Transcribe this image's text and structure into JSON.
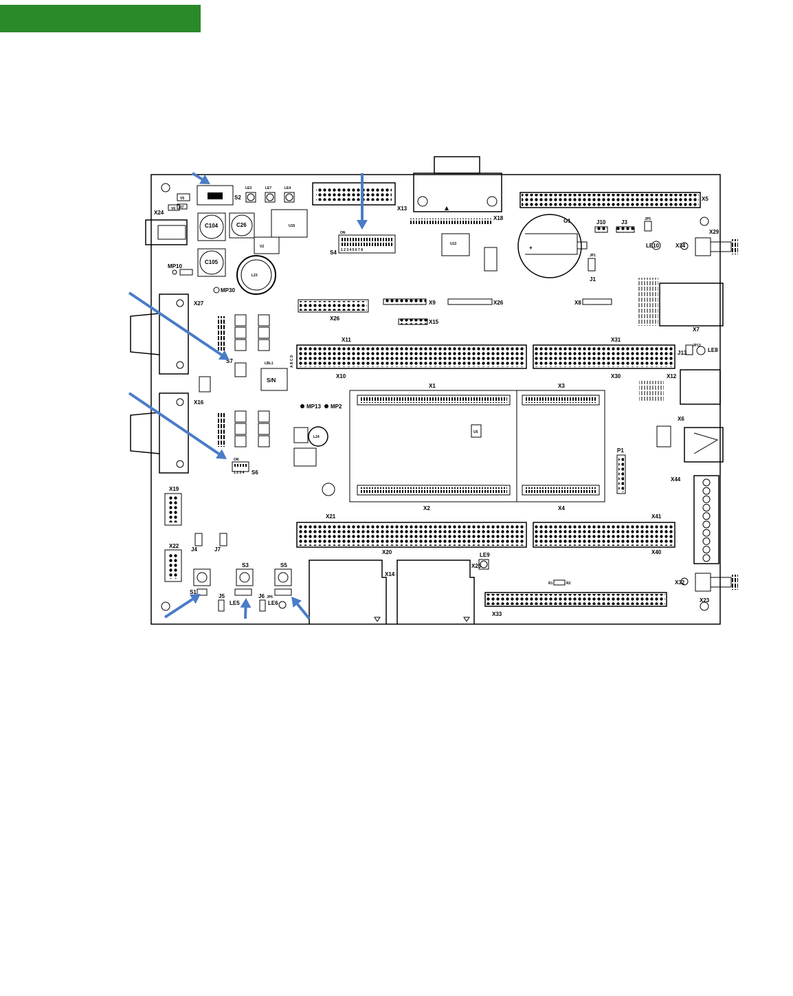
{
  "colors": {
    "header_bar": "#2a8a2a",
    "arrow": "#4a7cc7",
    "outline": "#000000",
    "fill": "#ffffff"
  },
  "board": {
    "labels": {
      "s2": "S2",
      "le3": "LE3",
      "le7": "LE7",
      "le4": "LE4",
      "v5": "V5",
      "v6": "V6",
      "r7": "R7",
      "x24": "X24",
      "c104": "C104",
      "c26": "C26",
      "u15": "U15",
      "v2": "V2",
      "c105": "C105",
      "mp10": "MP10",
      "l23": "L23",
      "mp30": "MP30",
      "x13": "X13",
      "s4": "S4",
      "on": "ON",
      "dip8": "1 2 3 4 5 6 7 8",
      "x18": "X18",
      "g1": "G1",
      "j10": "J10",
      "j3": "J3",
      "jp5": "JP5",
      "x5": "X5",
      "x29": "X29",
      "x34": "X34",
      "le10": "LE10",
      "jp1": "JP1",
      "j1": "J1",
      "u13": "U13",
      "x27": "X27",
      "x26": "X26",
      "x9": "X9",
      "x26b": "X26",
      "x8": "X8",
      "x15": "X15",
      "x7": "X7",
      "x11": "X11",
      "x10": "X10",
      "x31": "X31",
      "x30": "X30",
      "j13": "J13",
      "jp13": "JP13",
      "le8": "LE8",
      "s7": "S7",
      "lbl1": "LBL1",
      "sn": "S/N",
      "x12": "X12",
      "x16": "X16",
      "x1": "X1",
      "x3": "X3",
      "x2": "X2",
      "x4": "X4",
      "mp13": "MP13",
      "mp2": "MP2",
      "l24": "L24",
      "u5": "U5",
      "s6": "S6",
      "dip4": "1 2 3 4",
      "p1": "P1",
      "x6": "X6",
      "x44": "X44",
      "x19": "X19",
      "x21": "X21",
      "x20": "X20",
      "x41": "X41",
      "x40": "X40",
      "x22": "X22",
      "j4": "J4",
      "j7": "J7",
      "s1": "S1",
      "s3": "S3",
      "s5": "S5",
      "j5": "J5",
      "le5": "LE5",
      "j6": "J6",
      "le6": "LE6",
      "jp6": "JP6",
      "x14": "X14",
      "x25": "X25",
      "le9": "LE9",
      "x32": "X32",
      "x23": "X23",
      "x33": "X33",
      "r1": "R1",
      "r2": "R2",
      "abcd": "A B C D"
    }
  }
}
